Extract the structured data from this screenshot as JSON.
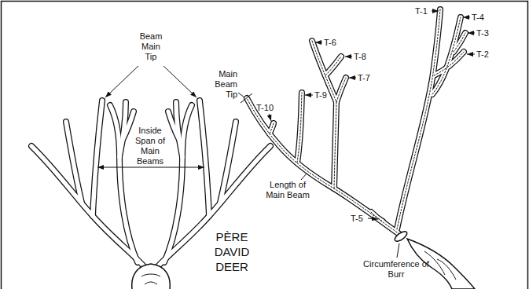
{
  "diagram": {
    "title": "PÈRE DAVID DEER",
    "labels": [
      "Beam Main Tip",
      "Inside Span of Main Beams",
      "T-1",
      "T-4",
      "T-3",
      "T-2",
      "T-6",
      "T-8",
      "T-7",
      "T-9",
      "Main Beam Tip",
      "T-10",
      "Length of Main Beam",
      "T-5",
      "Circumference of Burr"
    ]
  }
}
